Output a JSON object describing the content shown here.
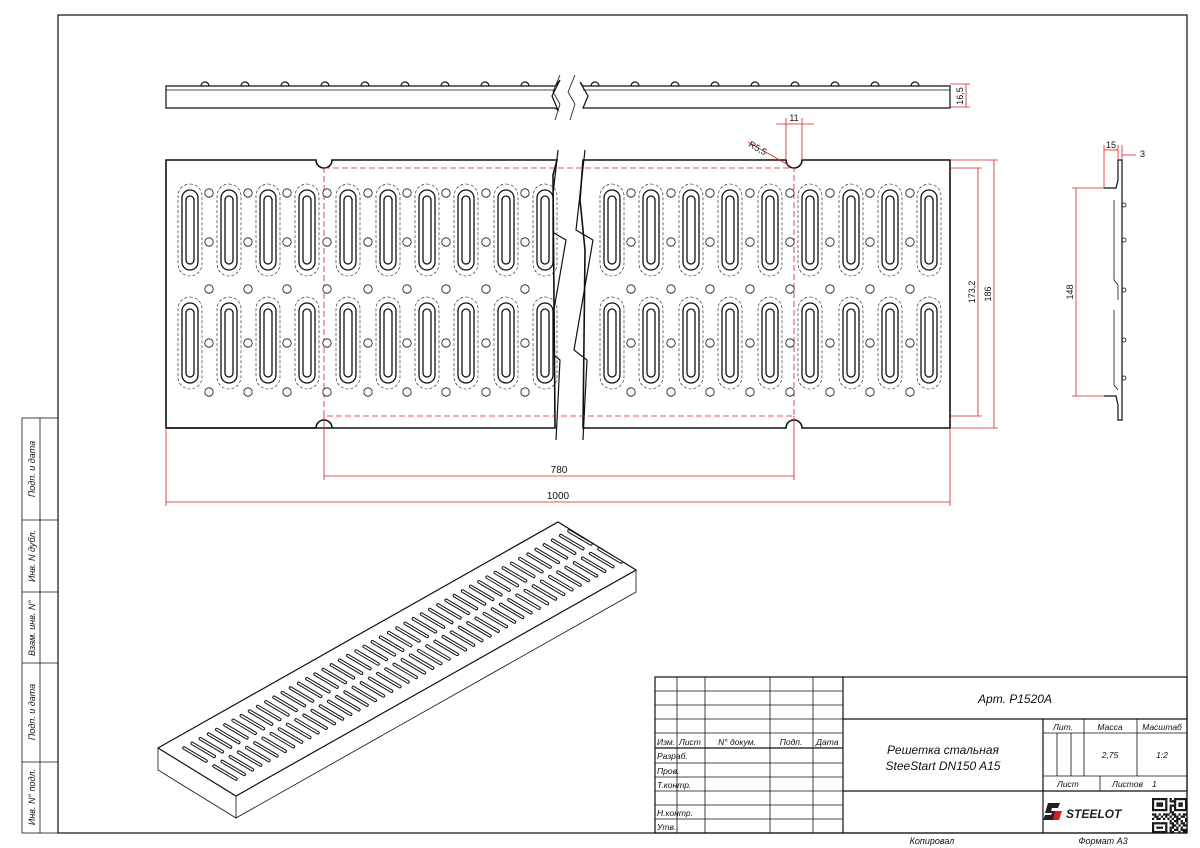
{
  "dimensions": {
    "thickness": "16,5",
    "notch_width": "11",
    "notch_radius": "R5,5",
    "inner_height": "173,2",
    "outer_height": "186",
    "inner_length": "780",
    "outer_length": "1000",
    "section_flange": "15",
    "section_thickness": "3",
    "section_height": "148"
  },
  "side_stamp": {
    "labels": [
      "Подп. и дата",
      "Инв. N дубл.",
      "Взам. инв. N°",
      "Подп. и дата",
      "Инв. N° подл."
    ]
  },
  "title_block": {
    "article": "Арт. P1520A",
    "name_line1": "Решетка стальная",
    "name_line2": "SteeStart DN150 A15",
    "col_headers": [
      "Изм.",
      "Лист",
      "N° докум.",
      "Подп.",
      "Дата"
    ],
    "row_labels": [
      "Разраб.",
      "Пров.",
      "Т.контр.",
      "",
      "Н.контр.",
      "Утв."
    ],
    "lit_label": "Лит.",
    "mass_label": "Масса",
    "scale_label": "Масштаб",
    "mass_value": "2,75",
    "scale_value": "1:2",
    "sheet_label": "Лист",
    "sheets_label": "Листов",
    "sheets_value": "1",
    "logo_text": "STEELOT",
    "qr_label": "qr-code"
  },
  "footer": {
    "copied": "Копировал",
    "format": "Формат А3"
  },
  "icons": {
    "logo": "steelot-logo-icon",
    "qr": "qr-code-icon"
  }
}
